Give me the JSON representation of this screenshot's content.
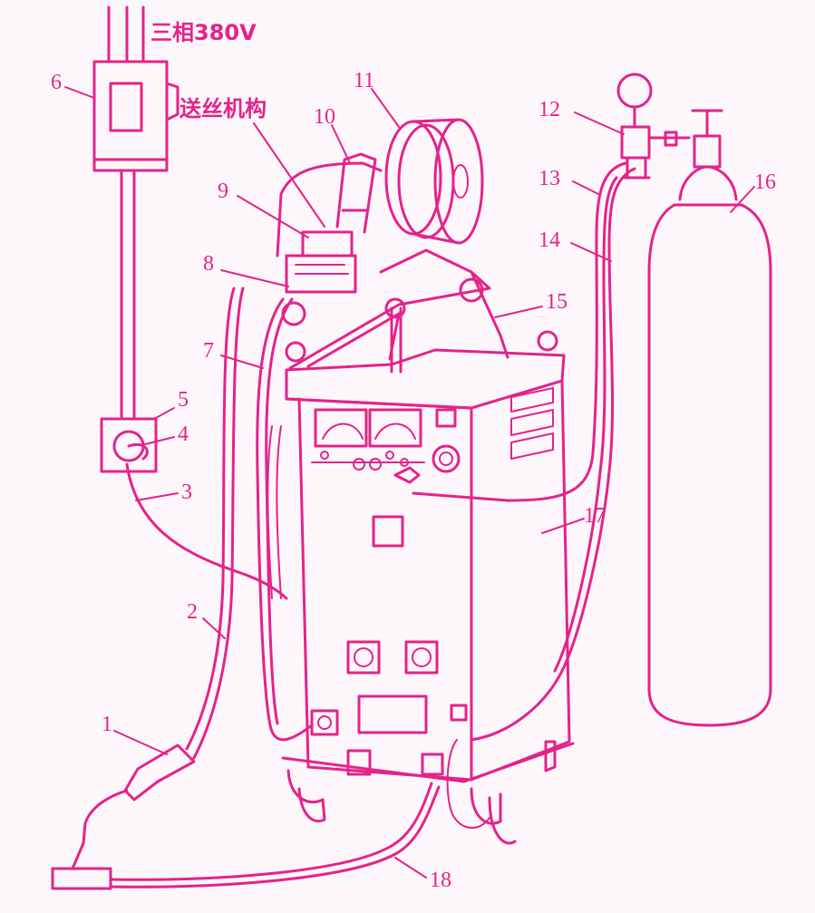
{
  "colors": {
    "ink": "#e4238a",
    "background": "#fdf7fb"
  },
  "labels": {
    "power": "三相380V",
    "wire_feeder": "送丝机构",
    "n1": "1",
    "n2": "2",
    "n3": "3",
    "n4": "4",
    "n5": "5",
    "n6": "6",
    "n7": "7",
    "n8": "8",
    "n9": "9",
    "n10": "10",
    "n11": "11",
    "n12": "12",
    "n13": "13",
    "n14": "14",
    "n15": "15",
    "n16": "16",
    "n17": "17",
    "n18": "18"
  }
}
